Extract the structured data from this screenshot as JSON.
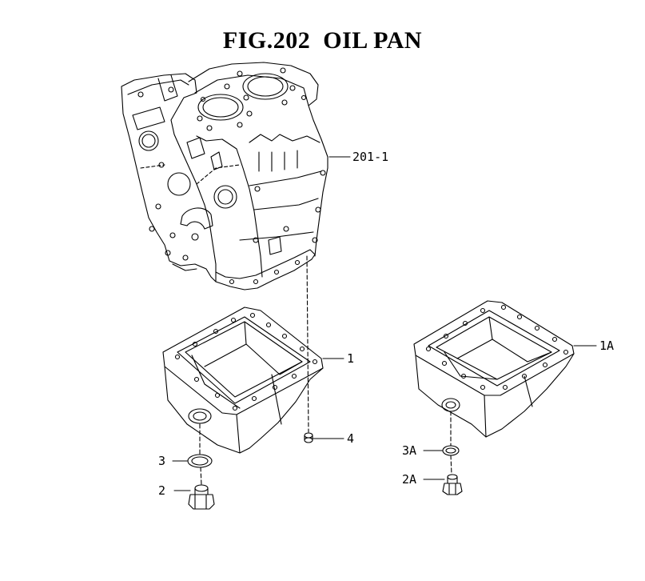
{
  "figure": {
    "number": "FIG.202",
    "title": "OIL PAN"
  },
  "callouts": [
    {
      "id": "c201",
      "label": "201-1"
    },
    {
      "id": "c1",
      "label": "1"
    },
    {
      "id": "c1a",
      "label": "1A"
    },
    {
      "id": "c4",
      "label": "4"
    },
    {
      "id": "c3",
      "label": "3"
    },
    {
      "id": "c3a",
      "label": "3A"
    },
    {
      "id": "c2",
      "label": "2"
    },
    {
      "id": "c2a",
      "label": "2A"
    }
  ]
}
